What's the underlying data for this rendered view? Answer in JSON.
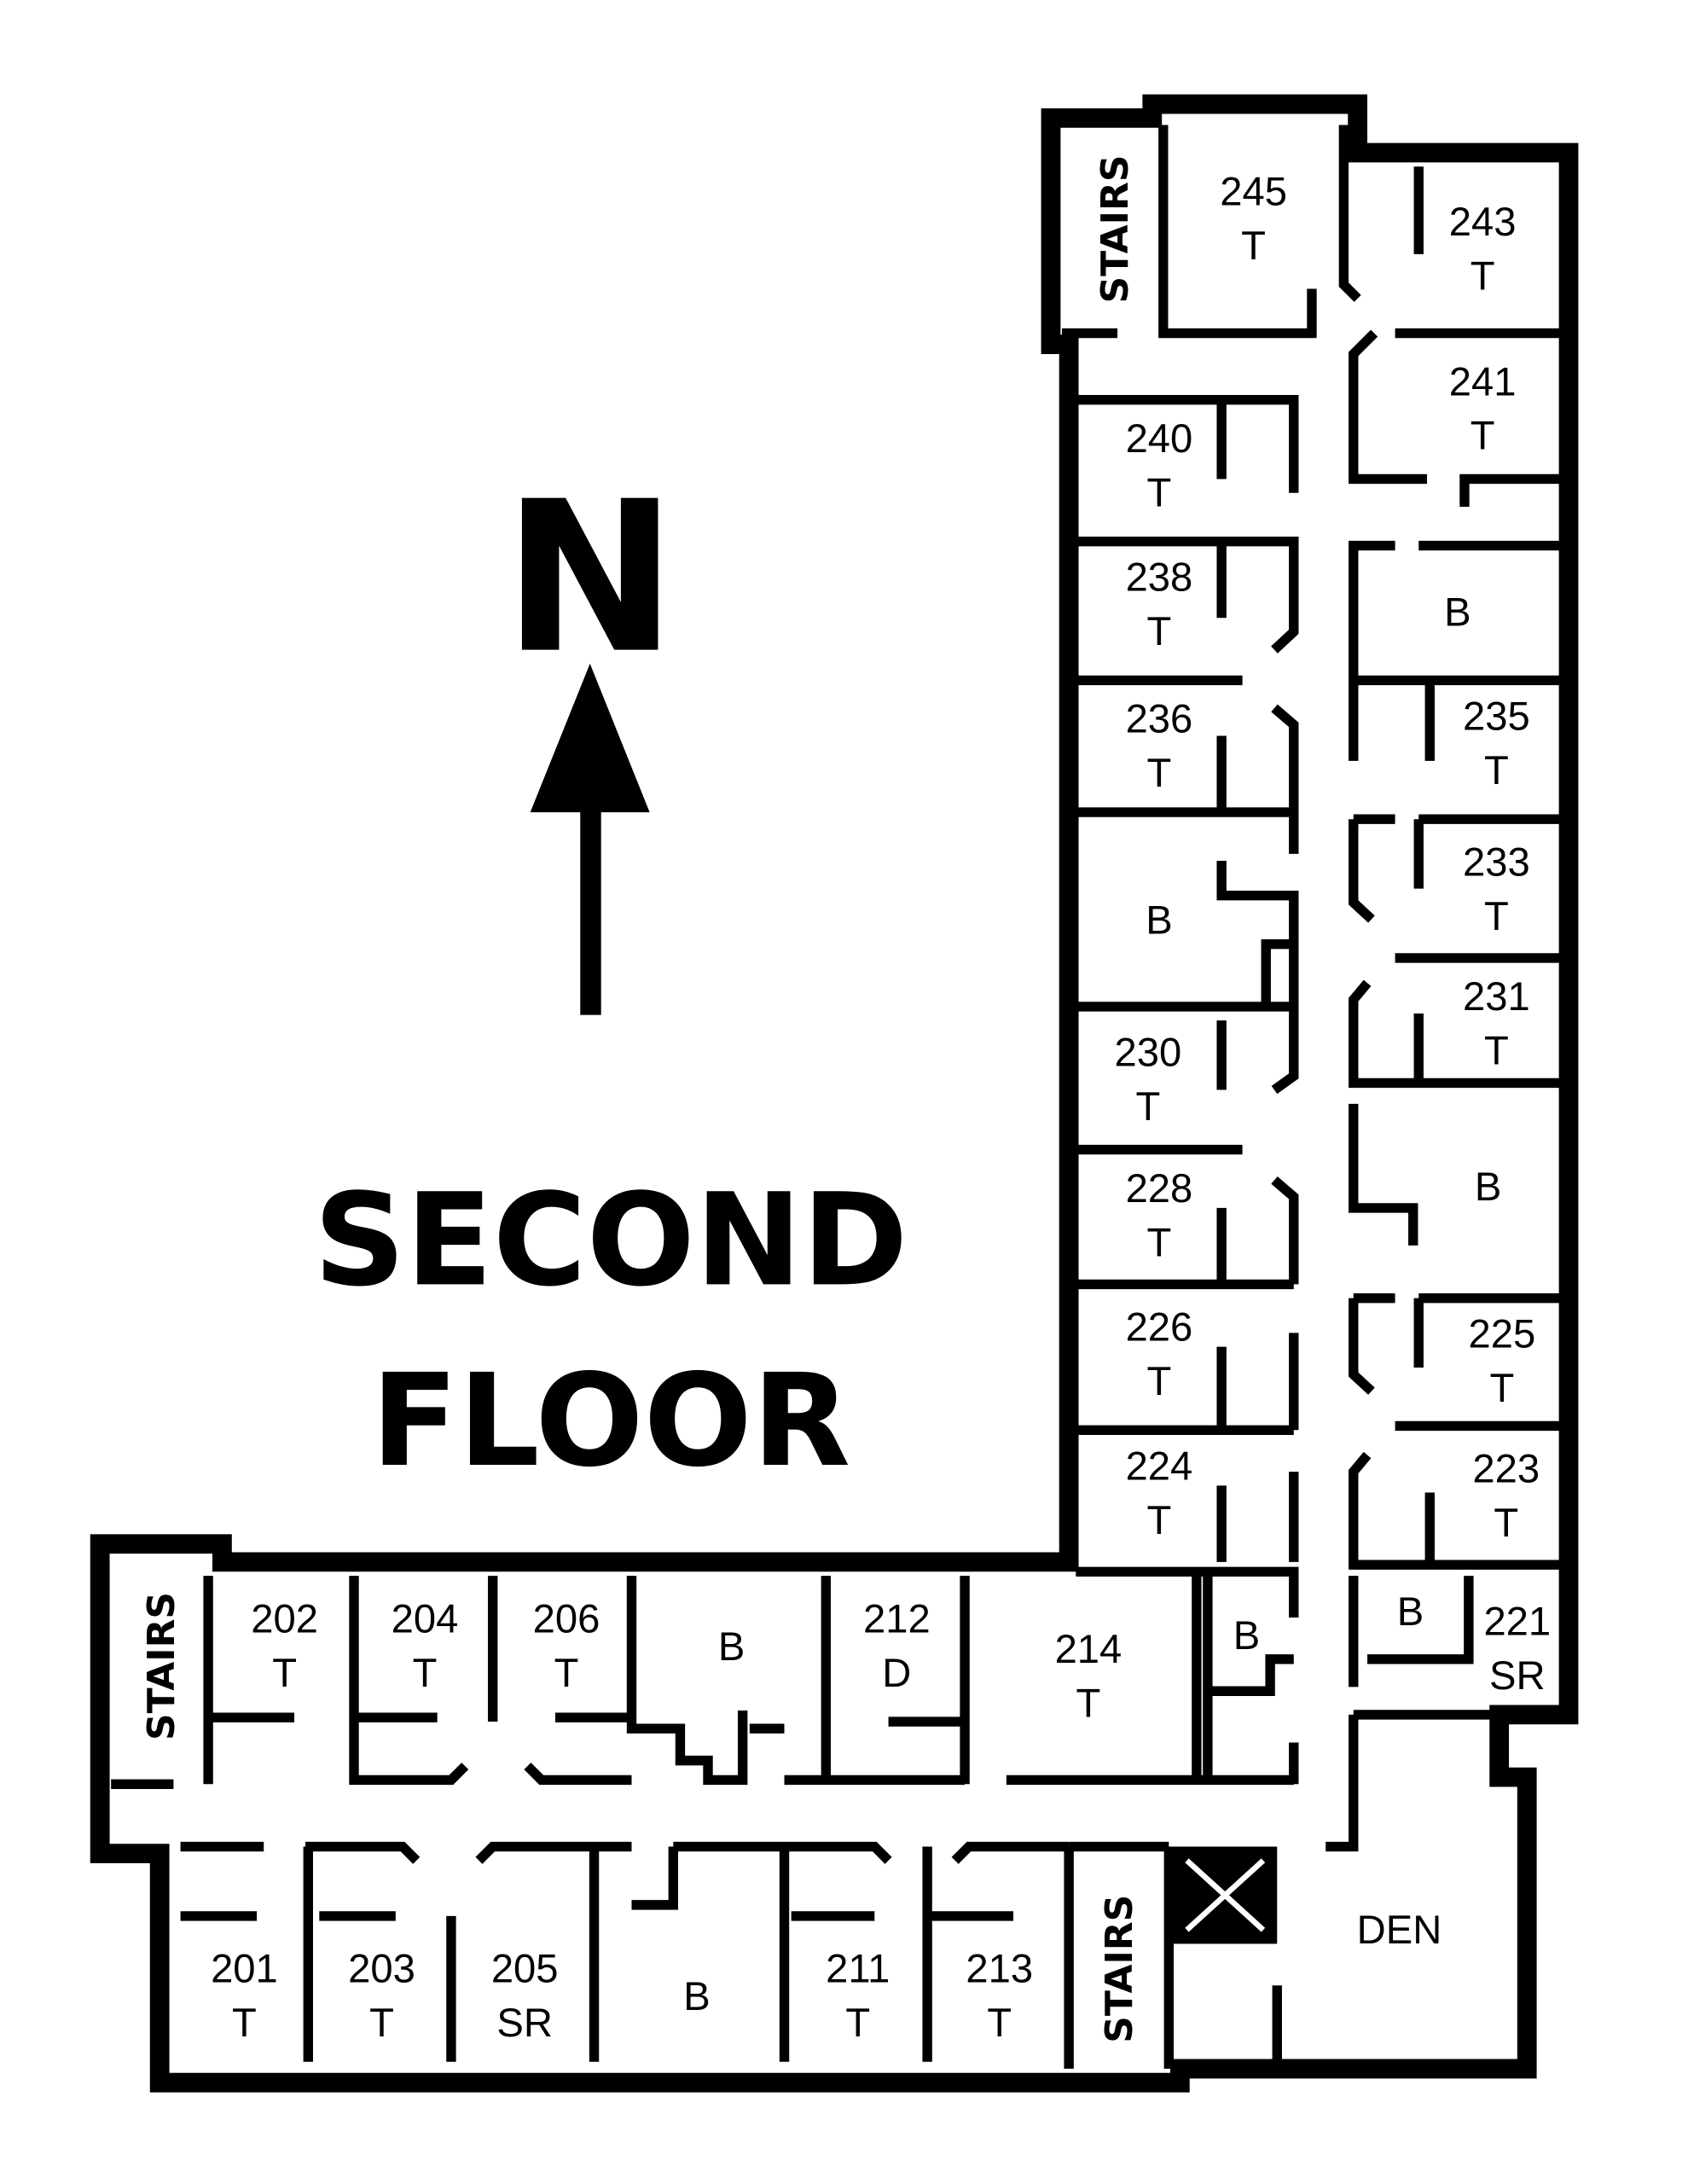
{
  "title_line1": "SECOND",
  "title_line2": "FLOOR",
  "compass": {
    "label": "N",
    "icon": "north-arrow-icon"
  },
  "stairs_label": "STAIRS",
  "den_label": "DEN",
  "elevator_icon": "x-box-icon",
  "rooms": [
    {
      "number": "245",
      "type": "T"
    },
    {
      "number": "243",
      "type": "T"
    },
    {
      "number": "241",
      "type": "T"
    },
    {
      "number": "240",
      "type": "T"
    },
    {
      "number": "238",
      "type": "T"
    },
    {
      "number": "",
      "type": "B"
    },
    {
      "number": "236",
      "type": "T"
    },
    {
      "number": "235",
      "type": "T"
    },
    {
      "number": "233",
      "type": "T"
    },
    {
      "number": "",
      "type": "B"
    },
    {
      "number": "231",
      "type": "T"
    },
    {
      "number": "230",
      "type": "T"
    },
    {
      "number": "",
      "type": "B"
    },
    {
      "number": "228",
      "type": "T"
    },
    {
      "number": "226",
      "type": "T"
    },
    {
      "number": "225",
      "type": "T"
    },
    {
      "number": "224",
      "type": "T"
    },
    {
      "number": "223",
      "type": "T"
    },
    {
      "number": "202",
      "type": "T"
    },
    {
      "number": "204",
      "type": "T"
    },
    {
      "number": "206",
      "type": "T"
    },
    {
      "number": "",
      "type": "B"
    },
    {
      "number": "212",
      "type": "D"
    },
    {
      "number": "214",
      "type": "T"
    },
    {
      "number": "",
      "type": "B"
    },
    {
      "number": "",
      "type": "B"
    },
    {
      "number": "221",
      "type": "SR"
    },
    {
      "number": "201",
      "type": "T"
    },
    {
      "number": "203",
      "type": "T"
    },
    {
      "number": "205",
      "type": "SR"
    },
    {
      "number": "",
      "type": "B"
    },
    {
      "number": "211",
      "type": "T"
    },
    {
      "number": "213",
      "type": "T"
    }
  ]
}
